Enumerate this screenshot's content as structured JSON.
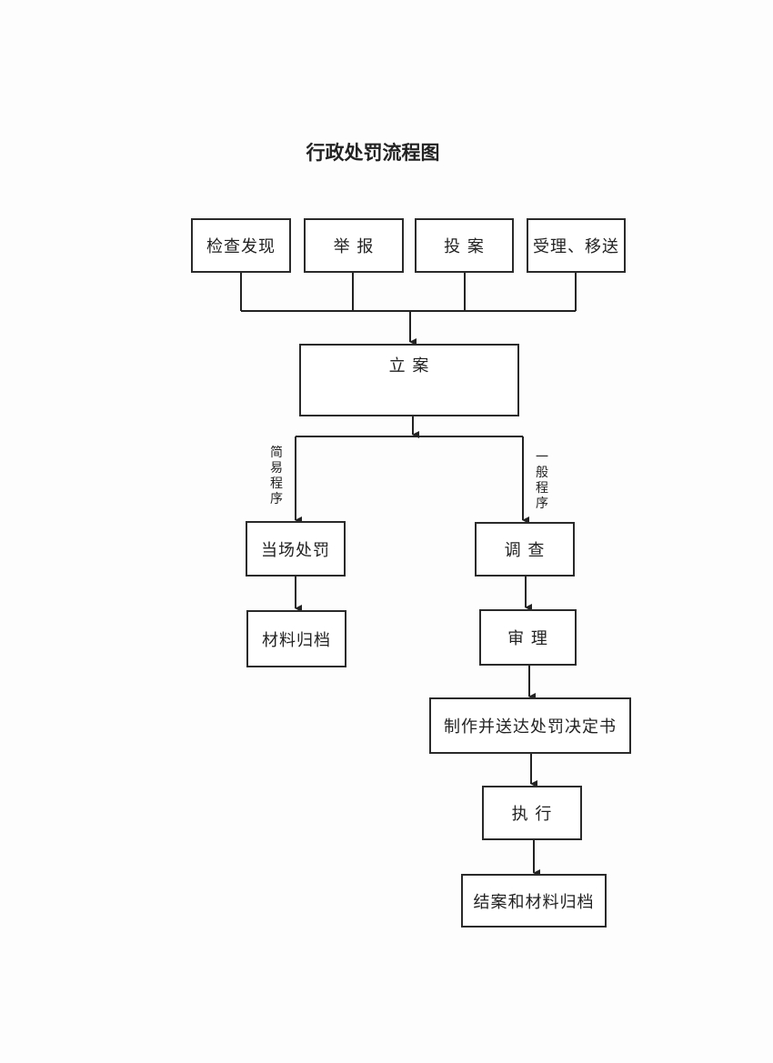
{
  "title": "行政处罚流程图",
  "sources": [
    "检查发现",
    "举 报",
    "投 案",
    "受理、移送"
  ],
  "filing": "立 案",
  "branches": {
    "simple": "简易程序",
    "general": "一般程序"
  },
  "simple_steps": [
    "当场处罚",
    "材料归档"
  ],
  "general_steps": [
    "调 查",
    "审 理",
    "制作并送达处罚决定书",
    "执 行",
    "结案和材料归档"
  ]
}
